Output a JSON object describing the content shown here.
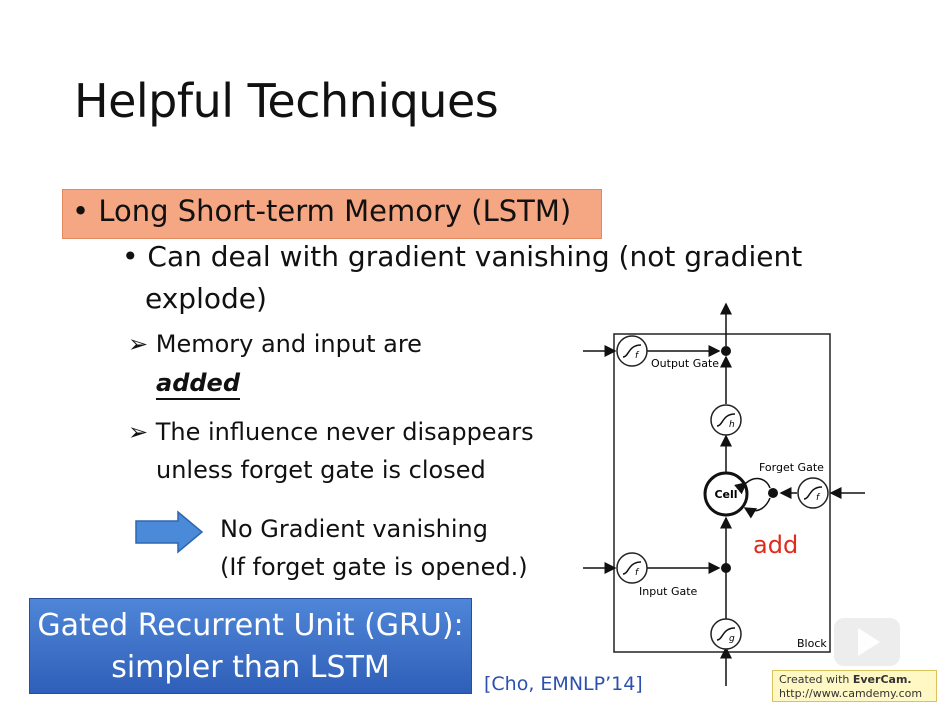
{
  "slide": {
    "title": "Helpful Techniques",
    "highlight_bullet": "• Long Short-term Memory (LSTM)",
    "sub_bullet_line1": "• Can deal with gradient vanishing (not gradient",
    "sub_bullet_line2": "explode)",
    "point1_line1": "➢ Memory and input are",
    "point1_line2": "added",
    "point2_line1": "➢ The influence never disappears",
    "point2_line2": "unless forget gate is closed",
    "result_line1": "No Gradient vanishing",
    "result_line2": "(If forget gate is opened.)",
    "gru_line1": "Gated Recurrent Unit (GRU):",
    "gru_line2": "simpler than LSTM",
    "citation": "[Cho, EMNLP’14]"
  },
  "diagram": {
    "output_gate_label": "Output Gate",
    "forget_gate_label": "Forget Gate",
    "input_gate_label": "Input Gate",
    "cell_label": "Cell",
    "block_label": "Block",
    "add_label": "add",
    "f_symbol": "f",
    "h_symbol": "h",
    "g_symbol": "g",
    "add_color": "#e02a1a"
  },
  "watermark": {
    "line1_prefix": "Created with ",
    "line1_brand": "EverCam.",
    "line2": "http://www.camdemy.com"
  },
  "colors": {
    "highlight_bg": "#f5a784",
    "gru_bg": "#3a6fc8",
    "citation": "#2c50b0",
    "arrow_fill": "#4a8ad8"
  }
}
